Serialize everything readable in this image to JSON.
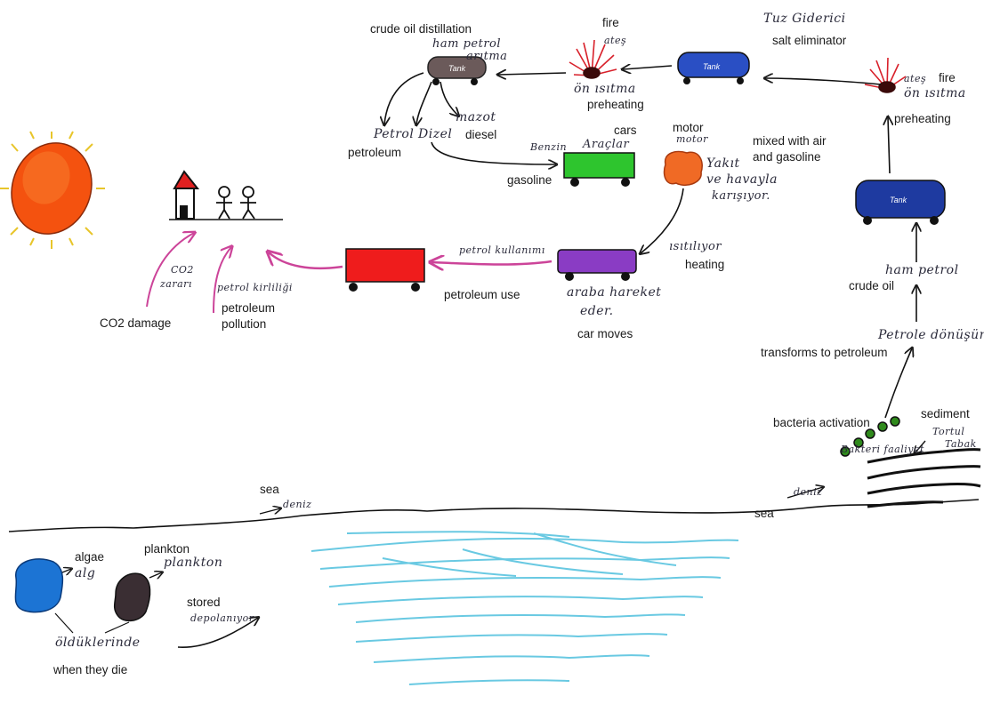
{
  "english_labels": {
    "crude_oil_distillation": "crude oil distillation",
    "fire_top": "fire",
    "salt_eliminator": "salt eliminator",
    "fire_right": "fire",
    "preheating_top": "preheating",
    "preheating_right": "preheating",
    "cars": "cars",
    "motor": "motor",
    "mixed_line1": "mixed with air",
    "mixed_line2": "and gasoline",
    "diesel": "diesel",
    "petroleum": "petroleum",
    "gasoline": "gasoline",
    "heating": "heating",
    "petroleum_use": "petroleum use",
    "car_moves": "car moves",
    "co2_damage": "CO2 damage",
    "petroleum_pollution_line1": "petroleum",
    "petroleum_pollution_line2": "pollution",
    "crude_oil": "crude oil",
    "transforms_to_petroleum": "transforms to petroleum",
    "bacteria_activation": "bacteria activation",
    "sediment": "sediment",
    "sea_left": "sea",
    "sea_right": "sea",
    "algae": "algae",
    "plankton": "plankton",
    "stored": "stored",
    "when_they_die": "when they die"
  },
  "handwritten_labels": {
    "tuz_giderici": "Tuz Giderici",
    "ham_petrol_line1": "ham petrol",
    "ham_petrol_line2": "arıtma",
    "ates_top": "ateş",
    "on_isitma_top": "ön ısıtma",
    "ates_right": "ateş",
    "on_isitma_right": "ön ısıtma",
    "mazot": "mazot",
    "petrol_word": "Petrol",
    "dizel": "Dizel",
    "benzin": "Benzin",
    "araclar": "Araçlar",
    "motor_hw": "motor",
    "yakit_line1": "Yakıt",
    "yakit_line2": "ve havayla",
    "yakit_line3": "karışıyor.",
    "isitiliyor": "ısıtılıyor",
    "petrol_kullanimi": "petrol kullanımı",
    "araba_line1": "araba hareket",
    "araba_line2": "eder.",
    "co2_line1": "CO2",
    "co2_line2": "zararı",
    "petrol_kirliligi": "petrol kirliliği",
    "ham_petrol_right": "ham petrol",
    "petrole_donusur": "Petrole dönüşür",
    "bakteri_faaliyet": "Bakteri faaliyet",
    "tortul_line1": "Tortul",
    "tortul_line2": "Tabak",
    "deniz_left": "deniz",
    "deniz_right": "deniz",
    "alg": "alg",
    "plankton_hw": "plankton",
    "depolaniyor": "depolanıyor",
    "oldukten": "öldüklerinde"
  },
  "tank_labels": {
    "distillation": "Tank",
    "salt": "Tank",
    "right": "Tank"
  },
  "colors": {
    "sun": "#f4520f",
    "sun_rays": "#e8c52a",
    "distillation_tank": "#6b5a5a",
    "salt_tank": "#2a4fc4",
    "right_tank": "#1e3aa0",
    "fire": "#d8202a",
    "green_car": "#2ec52e",
    "orange_motor": "#f06a25",
    "purple_car": "#8a3cc4",
    "red_car": "#ef1c1c",
    "magenta_arrow": "#cc4499",
    "algae": "#1c74d4",
    "plankton": "#3a2e33",
    "sea_water": "#4fc0dd",
    "bacteria": "#2f8a1c"
  }
}
